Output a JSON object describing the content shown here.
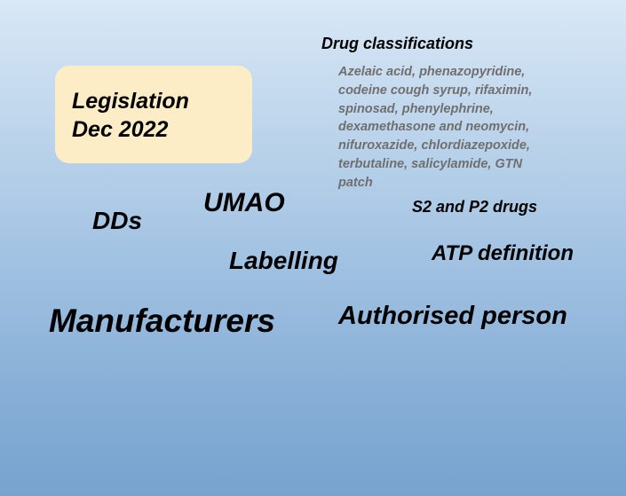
{
  "legislation": {
    "line1": "Legislation",
    "line2": "Dec 2022"
  },
  "drug_classifications": {
    "heading": "Drug classifications",
    "list_lines": [
      "Azelaic acid, phenazopyridine,",
      "codeine cough syrup, rifaximin,",
      "spinosad, phenylephrine,",
      "dexamethasone and neomycin,",
      "nifuroxazide, chlordiazepoxide,",
      "terbutaline, salicylamide, GTN",
      "patch"
    ]
  },
  "terms": {
    "umao": "UMAO",
    "dds": "DDs",
    "s2_p2": "S2 and P2 drugs",
    "atp_definition": "ATP definition",
    "labelling": "Labelling",
    "manufacturers": "Manufacturers",
    "authorised_person": "Authorised person"
  },
  "colors": {
    "background_top": "#d9e8f6",
    "background_bottom": "#77a3cf",
    "box_fill": "#fdedc6",
    "drug_list_text": "#6f6f6f",
    "primary_text": "#000000"
  }
}
